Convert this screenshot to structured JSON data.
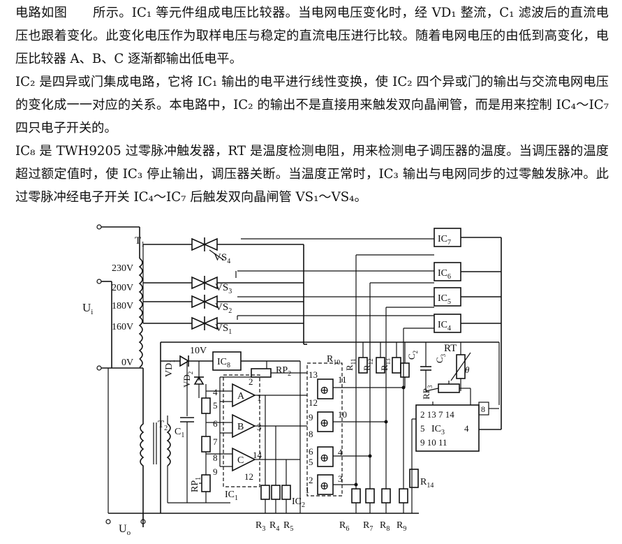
{
  "paragraphs": {
    "p1": "电路如图　　所示。IC₁ 等元件组成电压比较器。当电网电压变化时，经 VD₁ 整流，C₁ 滤波后的直流电压也跟着变化。此变化电压作为取样电压与稳定的直流电压进行比较。随着电网电压的由低到高变化，电压比较器 A、B、C 逐渐都输出低电平。",
    "p2": "IC₂ 是四异或门集成电路，它将 IC₁ 输出的电平进行线性变换，使 IC₂ 四个异或门的输出与交流电网电压的变化成一一对应的关系。本电路中，IC₂ 的输出不是直接用来触发双向晶闸管，而是用来控制 IC₄～IC₇ 四只电子开关的。",
    "p3": "IC₈ 是 TWH9205 过零脉冲触发器，RT 是温度检测电阻，用来检测电子调压器的温度。当调压器的温度超过额定值时，使 IC₃ 停止输出，调压器关断。当温度正常时，IC₃ 输出与电网同步的过零触发脉冲。此过零脉冲经电子开关 IC₄～IC₇ 后触发双向晶闸管 VS₁～VS₄。"
  },
  "diagram": {
    "transformer_t1": "T",
    "transformer_t1_sub": "1",
    "transformer_t2": "T",
    "transformer_t2_sub": "2",
    "input_label": "U",
    "input_sub": "i",
    "output_label": "U",
    "output_sub": "o",
    "taps": [
      "230V",
      "200V",
      "180V",
      "160V",
      "0V"
    ],
    "thyristors": [
      {
        "main": "VS",
        "sub": "4"
      },
      {
        "main": "VS",
        "sub": "3"
      },
      {
        "main": "VS",
        "sub": "2"
      },
      {
        "main": "VS",
        "sub": "1"
      }
    ],
    "switches": [
      {
        "main": "IC",
        "sub": "7"
      },
      {
        "main": "IC",
        "sub": "6"
      },
      {
        "main": "IC",
        "sub": "5"
      },
      {
        "main": "IC",
        "sub": "4"
      }
    ],
    "ic8": {
      "main": "IC",
      "sub": "8"
    },
    "ic1": {
      "main": "IC",
      "sub": "1"
    },
    "ic2": {
      "main": "IC",
      "sub": "2"
    },
    "ic3": {
      "main": "IC",
      "sub": "3"
    },
    "vd1": {
      "main": "VD",
      "sub": "1"
    },
    "vd2": {
      "main": "VD",
      "sub": "2"
    },
    "c1": {
      "main": "C",
      "sub": "1"
    },
    "c2": {
      "main": "C",
      "sub": "2"
    },
    "c3": {
      "main": "C",
      "sub": "3"
    },
    "rp1": {
      "main": "RP",
      "sub": "1"
    },
    "rp2": {
      "main": "RP",
      "sub": "2"
    },
    "rp3": {
      "main": "RP",
      "sub": "3"
    },
    "rt": "RT",
    "voltage_10v": "10V",
    "comparators": [
      "A",
      "B",
      "C"
    ],
    "r10": {
      "main": "R",
      "sub": "10"
    },
    "r11": {
      "main": "R",
      "sub": "11"
    },
    "r12": {
      "main": "R",
      "sub": "12"
    },
    "r13": {
      "main": "R",
      "sub": "13"
    },
    "r14": {
      "main": "R",
      "sub": "14"
    },
    "bottom_resistors": [
      {
        "main": "R",
        "sub": "3"
      },
      {
        "main": "R",
        "sub": "4"
      },
      {
        "main": "R",
        "sub": "5"
      },
      {
        "main": "R",
        "sub": "6"
      },
      {
        "main": "R",
        "sub": "7"
      },
      {
        "main": "R",
        "sub": "8"
      },
      {
        "main": "R",
        "sub": "9"
      }
    ],
    "ic1_pins": [
      "4",
      "5",
      "6",
      "7",
      "8",
      "9",
      "2",
      "1",
      "3",
      "14",
      "12"
    ],
    "ic2_pins": [
      "13",
      "12",
      "9",
      "8",
      "6",
      "5",
      "2",
      "11",
      "10",
      "4",
      "3",
      "1"
    ],
    "ic3_pins_row1": "2 13 7 14",
    "ic3_pins_row2": "5",
    "ic3_pins_row2b": "4",
    "ic3_pins_row3": "9 10 11",
    "ic3_pin8": "8",
    "xor_symbol": "⊕"
  }
}
